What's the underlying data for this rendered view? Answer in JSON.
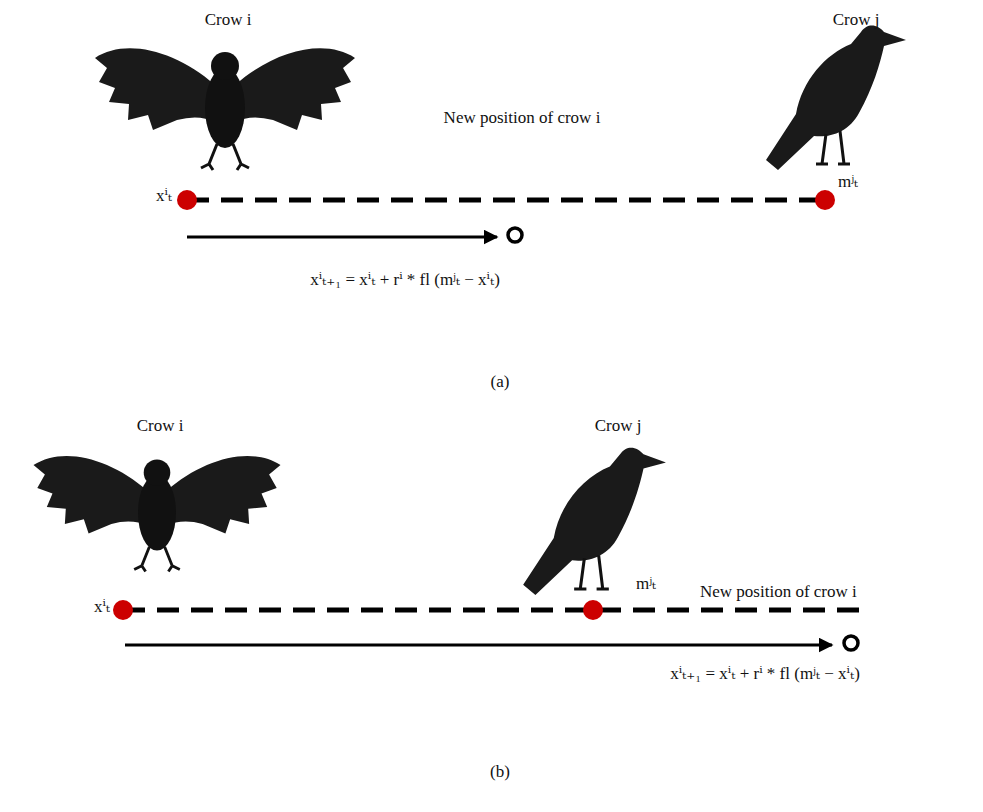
{
  "diagram": {
    "labels": [
      "Crow i",
      "Crow j",
      "New position of crow i",
      "xⁱₜ",
      "mʲₜ",
      "xⁱₜ₊₁ = xⁱₜ + rⁱ * fl (mʲₜ − xⁱₜ)",
      "(a)",
      "Crow i",
      "Crow j",
      "mʲₜ",
      "New position of crow i",
      "xⁱₜ",
      "xⁱₜ₊₁ = xⁱₜ + rⁱ * fl (mʲₜ − xⁱₜ)",
      "(b)"
    ]
  }
}
